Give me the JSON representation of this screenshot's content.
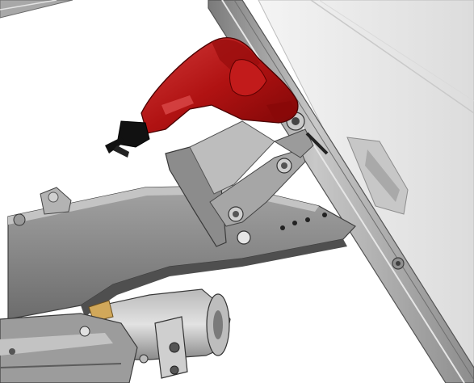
{
  "viewport": {
    "type": "cad-3d-assembly-view",
    "background_color": "#ffffff",
    "colors": {
      "drill_body": "#b01212",
      "drill_highlight": "#d23a3a",
      "frame_metal": "#9a9a9a",
      "frame_dark": "#5f5f5f",
      "glass_panel": "#ededed",
      "chuck_black": "#111111"
    },
    "components": [
      "red-power-drill",
      "drill-chuck-bit",
      "diagonal-frame-rail",
      "transparent-side-panel",
      "horizontal-support-arm",
      "pivot-bracket",
      "bolt-fasteners",
      "electric-motor-unit",
      "bottom-left-frame"
    ]
  }
}
